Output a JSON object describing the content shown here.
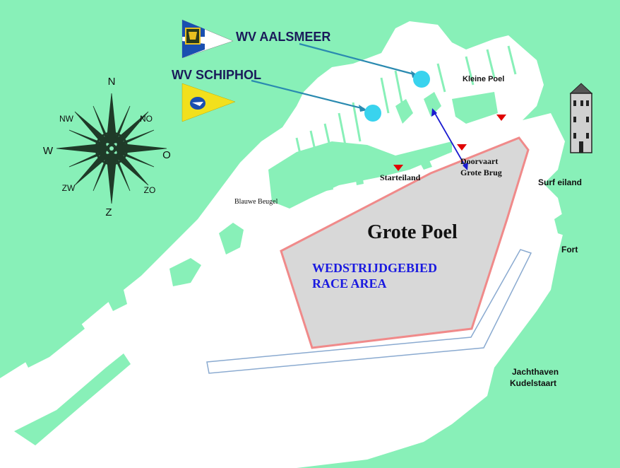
{
  "clubs": {
    "aalsmeer": "WV AALSMEER",
    "schiphol": "WV SCHIPHOL"
  },
  "places": {
    "kleine_poel": "Kleine Poel",
    "grote_poel": "Grote Poel",
    "doorvaart": "Doorvaart",
    "grote_brug": "Grote Brug",
    "starteiland": "Starteiland",
    "blauwe_beugel": "Blauwe Beugel",
    "surfeiland": "Surf eiland",
    "fort": "Fort",
    "jachthaven": "Jachthaven",
    "kudelstaart": "Kudelstaart"
  },
  "race_area": {
    "line1": "WEDSTRIJDGEBIED",
    "line2": "RACE AREA"
  },
  "compass": {
    "n": "N",
    "ne": "NO",
    "e": "O",
    "se": "ZO",
    "s": "Z",
    "sw": "ZW",
    "w": "W",
    "nw": "NW"
  },
  "colors": {
    "water_land": "#88f0b8",
    "lake": "#ffffff",
    "race_area_fill": "#d8d8d8",
    "race_area_border": "#f08a8a",
    "club_marker": "#39d3ee",
    "race_area_text": "#1a1ae0",
    "start_marker": "#e00000"
  }
}
